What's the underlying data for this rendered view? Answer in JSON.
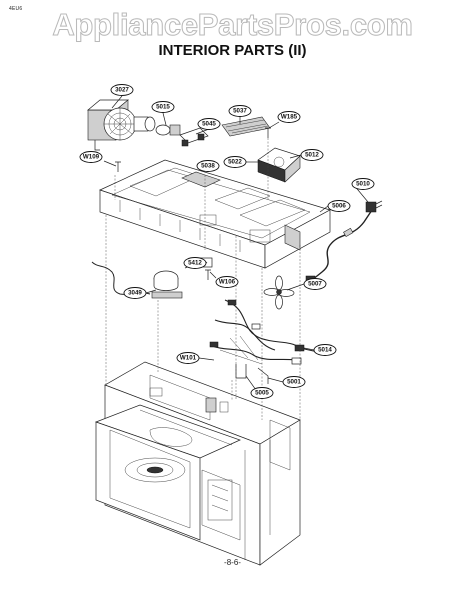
{
  "header": {
    "corner_code": "4EU6",
    "watermark": "AppliancePartsPros.com",
    "title": "INTERIOR PARTS (II)"
  },
  "callouts": [
    "3027",
    "5015",
    "5037",
    "5045",
    "W185",
    "W109",
    "5038",
    "5022",
    "5012",
    "5010",
    "5006",
    "5412",
    "W106",
    "3049",
    "5007",
    "5014",
    "W101",
    "5001",
    "5005"
  ],
  "footer": {
    "page_number": "-8-6-"
  }
}
